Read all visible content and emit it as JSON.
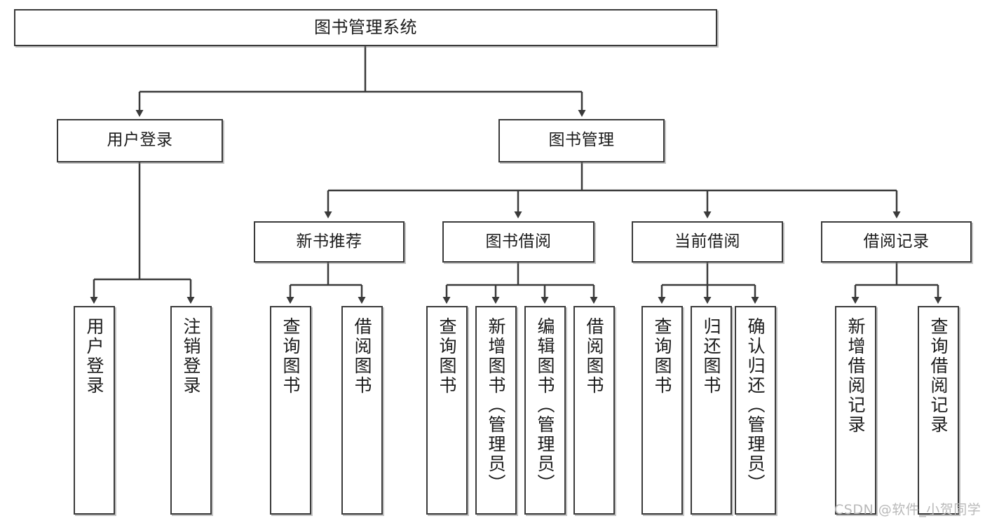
{
  "diagram": {
    "type": "tree",
    "title": "图书管理系统",
    "root": {
      "label": "图书管理系统"
    },
    "level2": [
      {
        "label": "用户登录"
      },
      {
        "label": "图书管理"
      }
    ],
    "level3": [
      {
        "label": "新书推荐"
      },
      {
        "label": "图书借阅"
      },
      {
        "label": "当前借阅"
      },
      {
        "label": "借阅记录"
      }
    ],
    "leaves": {
      "user_login": [
        {
          "label": "用户登录"
        },
        {
          "label": "注销登录"
        }
      ],
      "new_book": [
        {
          "label": "查询图书"
        },
        {
          "label": "借阅图书"
        }
      ],
      "book_borrow": [
        {
          "label": "查询图书"
        },
        {
          "label": "新增图书（管理员）"
        },
        {
          "label": "编辑图书（管理员）"
        },
        {
          "label": "借阅图书"
        }
      ],
      "current_borrow": [
        {
          "label": "查询图书"
        },
        {
          "label": "归还图书"
        },
        {
          "label": "确认归还（管理员）"
        }
      ],
      "borrow_record": [
        {
          "label": "新增借阅记录"
        },
        {
          "label": "查询借阅记录"
        }
      ]
    }
  },
  "watermark": {
    "text": "CSDN @软件_小贺同学"
  },
  "colors": {
    "border": "#3a3a3a",
    "background": "#ffffff",
    "text": "#1b1b1b",
    "watermark": "#b9b9b9"
  }
}
